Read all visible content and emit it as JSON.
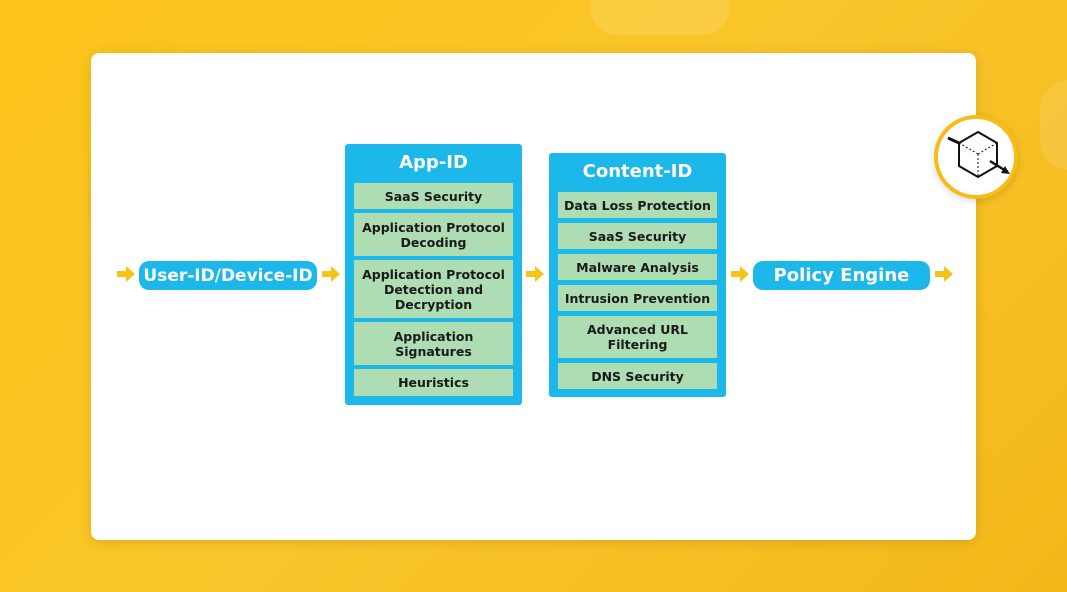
{
  "user_id": "User-ID/Device-ID",
  "app_id": {
    "title": "App-ID",
    "items": [
      "SaaS Security",
      "Application Protocol Decoding",
      "Application Protocol Detection and Decryption",
      "Application Signatures",
      "Heuristics"
    ]
  },
  "content_id": {
    "title": "Content-ID",
    "items": [
      "Data Loss Protection",
      "SaaS Security",
      "Malware Analysis",
      "Intrusion Prevention",
      "Advanced URL Filtering",
      "DNS Security"
    ]
  },
  "policy_engine": "Policy Engine",
  "colors": {
    "block": "#1bb8e9",
    "item": "#aedcb3",
    "arrow": "#f7c21a",
    "background": "#fcc419"
  },
  "icons": {
    "badge": "cube-arrow-icon",
    "flow": "arrow-right-icon"
  }
}
